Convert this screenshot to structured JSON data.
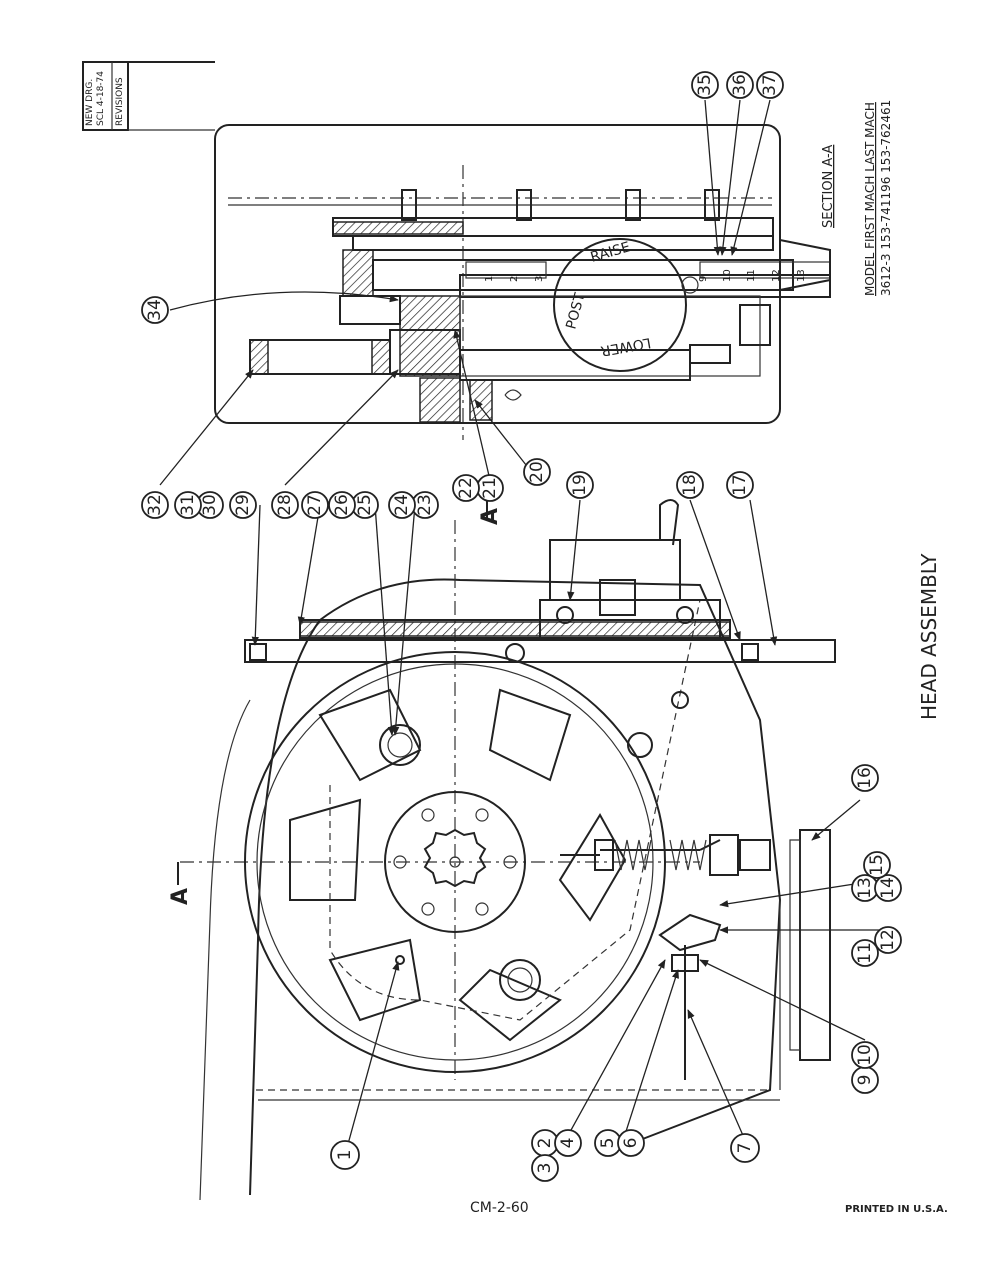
{
  "title_block": {
    "new_drg": "NEW DRG.",
    "scl": "SCL 4-18-74",
    "revisions": "REVISIONS"
  },
  "section_label": "SECTION A-A",
  "model_table": {
    "header": "MODEL FIRST MACH LAST MACH",
    "row": "3612-3 153-741196 153-762461"
  },
  "dial": {
    "raise": "RAISE",
    "post": "POST",
    "lower": "LOWER"
  },
  "scale_ticks": [
    "1",
    "2",
    "3",
    "9",
    "10",
    "11",
    "12",
    "13"
  ],
  "section_markers": [
    "A",
    "A"
  ],
  "callouts": [
    {
      "id": "1",
      "text": "1"
    },
    {
      "id": "2",
      "text": "2"
    },
    {
      "id": "3",
      "text": "3"
    },
    {
      "id": "4",
      "text": "4"
    },
    {
      "id": "5",
      "text": "5"
    },
    {
      "id": "6",
      "text": "6"
    },
    {
      "id": "7",
      "text": "7"
    },
    {
      "id": "9",
      "text": "9"
    },
    {
      "id": "10",
      "text": "10"
    },
    {
      "id": "11",
      "text": "11"
    },
    {
      "id": "12",
      "text": "12"
    },
    {
      "id": "13",
      "text": "13"
    },
    {
      "id": "14",
      "text": "14"
    },
    {
      "id": "15",
      "text": "15"
    },
    {
      "id": "16",
      "text": "16"
    },
    {
      "id": "17",
      "text": "17"
    },
    {
      "id": "18",
      "text": "18"
    },
    {
      "id": "19",
      "text": "19"
    },
    {
      "id": "20",
      "text": "20"
    },
    {
      "id": "21",
      "text": "21"
    },
    {
      "id": "22",
      "text": "22"
    },
    {
      "id": "23",
      "text": "23"
    },
    {
      "id": "24",
      "text": "24"
    },
    {
      "id": "25",
      "text": "25"
    },
    {
      "id": "26",
      "text": "26"
    },
    {
      "id": "27",
      "text": "27"
    },
    {
      "id": "28",
      "text": "28"
    },
    {
      "id": "29",
      "text": "29"
    },
    {
      "id": "30",
      "text": "30"
    },
    {
      "id": "31",
      "text": "31"
    },
    {
      "id": "32",
      "text": "32"
    },
    {
      "id": "34",
      "text": "34"
    },
    {
      "id": "35",
      "text": "35"
    },
    {
      "id": "36",
      "text": "36"
    },
    {
      "id": "37",
      "text": "37"
    }
  ],
  "assembly_title": "HEAD ASSEMBLY",
  "page_code": "CM-2-60",
  "printed": "PRINTED IN U.S.A."
}
